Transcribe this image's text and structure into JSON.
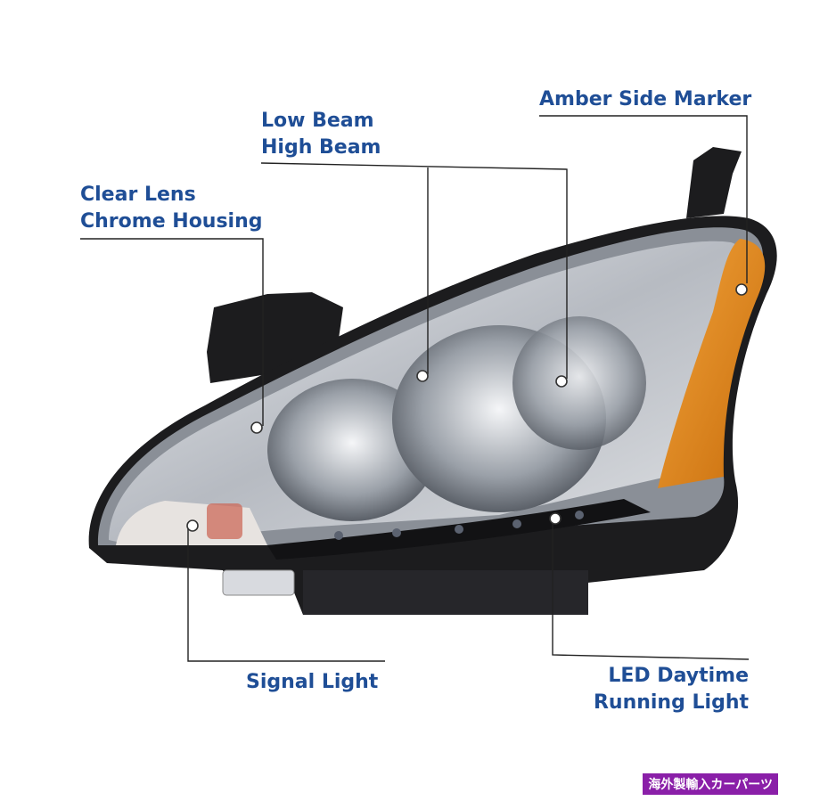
{
  "colors": {
    "label_text": "#1f4e96",
    "leader_line": "#222222",
    "watermark_bg": "#8a1fa8",
    "amber": "#e08a18",
    "housing_black": "#1c1c1e",
    "chrome": "#c9ccd2"
  },
  "callouts": {
    "clear_lens": {
      "line1": "Clear Lens",
      "line2": "Chrome Housing"
    },
    "beams": {
      "line1": "Low Beam",
      "line2": "High Beam"
    },
    "amber": {
      "line1": "Amber Side Marker"
    },
    "signal": {
      "line1": "Signal Light"
    },
    "led": {
      "line1": "LED Daytime",
      "line2": "Running Light"
    }
  },
  "watermark": {
    "text": "海外製輸入カーパーツ"
  },
  "image": {
    "subject": "headlight-assembly"
  }
}
